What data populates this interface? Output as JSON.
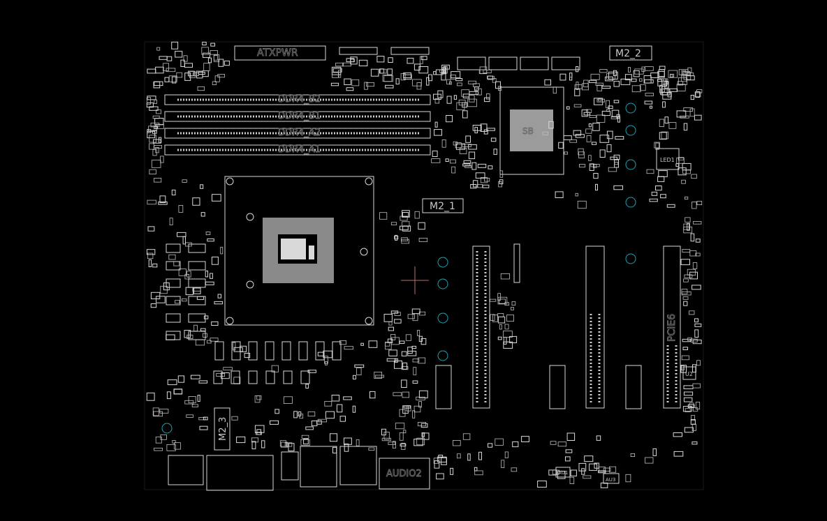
{
  "labels": {
    "m2_2": "M2_2",
    "m2_1": "M2_1",
    "m2_3": "M2_3",
    "pcie6": "PCIE6",
    "led1": "LED1",
    "audio2": "AUDIO2",
    "au1": "AU1",
    "au3": "AU3",
    "dimm_b2": "DDR4_B2",
    "dimm_b1": "DDR4_B1",
    "dimm_a2": "DDR4_A2",
    "dimm_a1": "DDR4_A1",
    "atx": "ATXPWR",
    "u2": "U2",
    "pch": "SB"
  },
  "colors": {
    "background": "#000000",
    "silkscreen": "#d8d8d8",
    "mounting_hole": "#1aa6b7",
    "crosshair": "#b07070"
  }
}
